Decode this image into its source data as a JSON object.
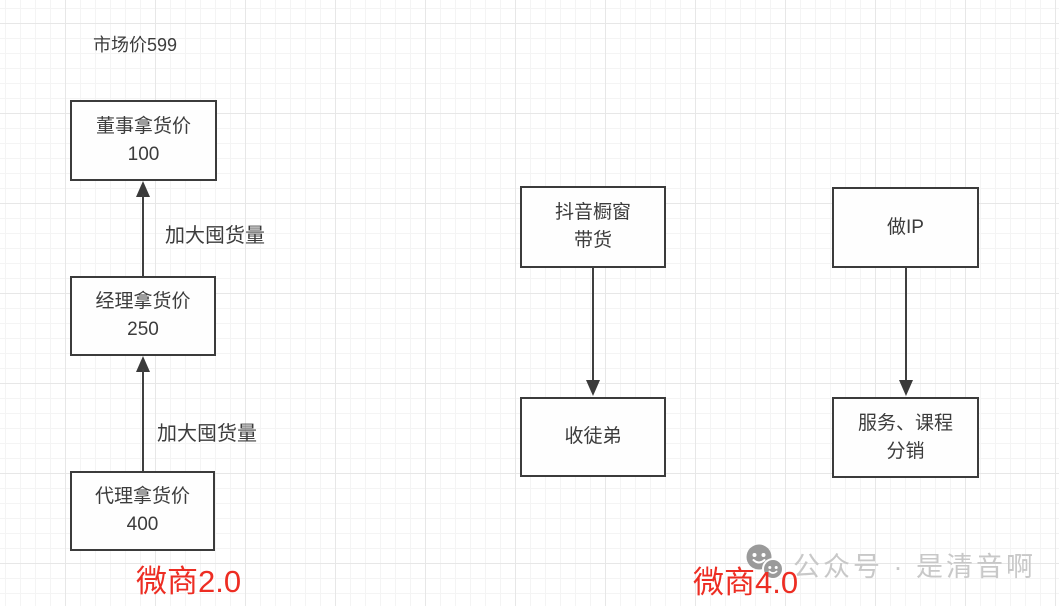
{
  "canvas": {
    "market_price_label": "市场价599",
    "colors": {
      "accent_red": "#ed2d23",
      "node_stroke": "#3b3b3b",
      "watermark_text_gray": "#c8c8c8",
      "watermark_icon_gray": "#9a9a9a"
    }
  },
  "left_flow": {
    "node_top": "董事拿货价\n100",
    "edge_label_top": "加大囤货量",
    "node_mid": "经理拿货价\n250",
    "edge_label_bottom": "加大囤货量",
    "node_bottom": "代理拿货价\n400",
    "caption": "微商2.0"
  },
  "mid_flow": {
    "node_top": "抖音橱窗\n带货",
    "node_bottom": "收徒弟",
    "caption": "微商4.0"
  },
  "right_flow": {
    "node_top": "做IP",
    "node_bottom": "服务、课程\n分销"
  },
  "watermark": {
    "text": "公众号 · 是清音啊",
    "icon": "official-account-smiley-icon"
  },
  "edges": [
    {
      "from": "node_mid",
      "to": "node_top",
      "direction": "up",
      "label": "加大囤货量",
      "flow": "left"
    },
    {
      "from": "node_bottom",
      "to": "node_mid",
      "direction": "up",
      "label": "加大囤货量",
      "flow": "left"
    },
    {
      "from": "node_top",
      "to": "node_bottom",
      "direction": "down",
      "label": "",
      "flow": "mid"
    },
    {
      "from": "node_top",
      "to": "node_bottom",
      "direction": "down",
      "label": "",
      "flow": "right"
    }
  ]
}
